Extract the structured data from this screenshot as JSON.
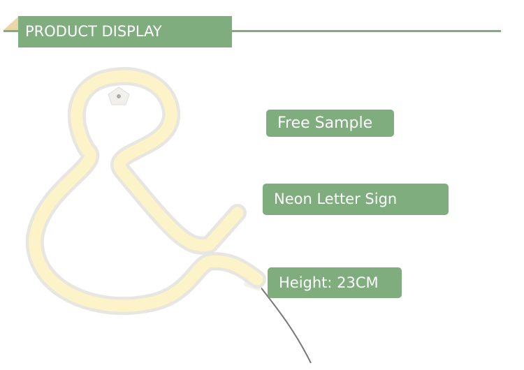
{
  "header": {
    "title": "PRODUCT DISPLAY"
  },
  "features": [
    {
      "label": "Free Sample"
    },
    {
      "label": "Neon Letter Sign"
    },
    {
      "label": "Height: 23CM"
    }
  ],
  "colors": {
    "accent": "#80ad7e",
    "fold": "#e9d6a9",
    "neon": "#fdf3c8"
  }
}
